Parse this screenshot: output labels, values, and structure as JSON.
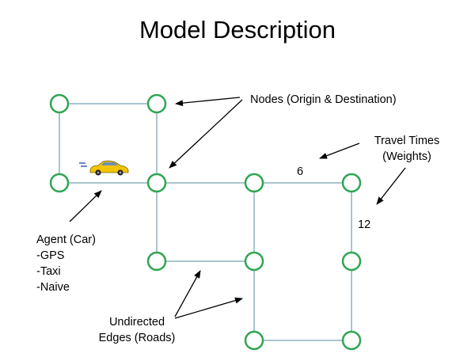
{
  "title": "Model Description",
  "colors": {
    "edge": "#a9c5cf",
    "node_stroke": "#2fa552",
    "arrow": "#000000",
    "car_body": "#f3c500"
  },
  "labels": {
    "nodes": "Nodes (Origin & Destination)",
    "travel_times_line1": "Travel Times",
    "travel_times_line2": "(Weights)",
    "agent": "Agent (Car)",
    "agent_types": [
      "-GPS",
      "-Taxi",
      "-Naive"
    ],
    "undirected_line1": "Undirected",
    "undirected_line2": "Edges (Roads)"
  },
  "weights": {
    "top_right_edge": "6",
    "right_vertical_edge": "12"
  },
  "icons": {
    "car": "car-icon"
  }
}
